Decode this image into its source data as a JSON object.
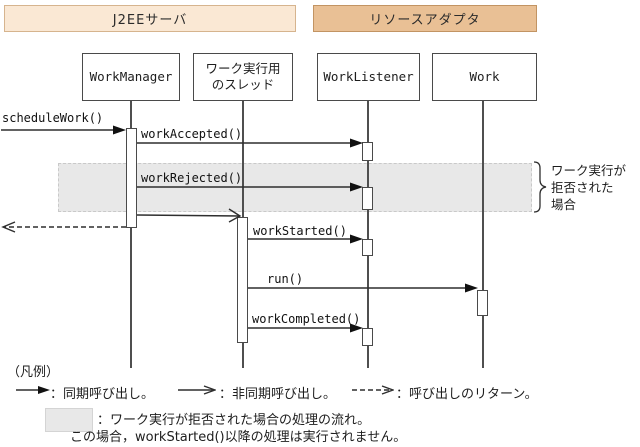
{
  "diagram": {
    "groups": {
      "j2ee": "J2EEサーバ",
      "resource_adapter": "リソースアダプタ"
    },
    "objects": {
      "work_manager": "WorkManager",
      "work_thread": "ワーク実行用\nのスレッド",
      "work_listener": "WorkListener",
      "work": "Work"
    },
    "messages": {
      "schedule_work": "scheduleWork()",
      "work_accepted": "workAccepted()",
      "work_rejected": "workRejected()",
      "work_started": "workStarted()",
      "run": "run()",
      "work_completed": "workCompleted()"
    },
    "annotation": "ワーク実行が\n拒否された\n場合"
  },
  "legend": {
    "title": "（凡例）",
    "sync_label": "：同期呼び出し。",
    "async_label": "：非同期呼び出し。",
    "return_label": "：呼び出しのリターン。",
    "highlight_line1": "：ワーク実行が拒否された場合の処理の流れ。",
    "highlight_line2": "この場合，workStarted()以降の処理は実行されません。"
  },
  "colors": {
    "group_bar_light_fill": "#fae8d4",
    "group_bar_light_border": "#d6b48e",
    "group_bar_dark_fill": "#e9c095",
    "group_bar_dark_border": "#c29463",
    "highlight_band_fill": "#e8e8e8",
    "line_color": "#2e2e2e"
  }
}
